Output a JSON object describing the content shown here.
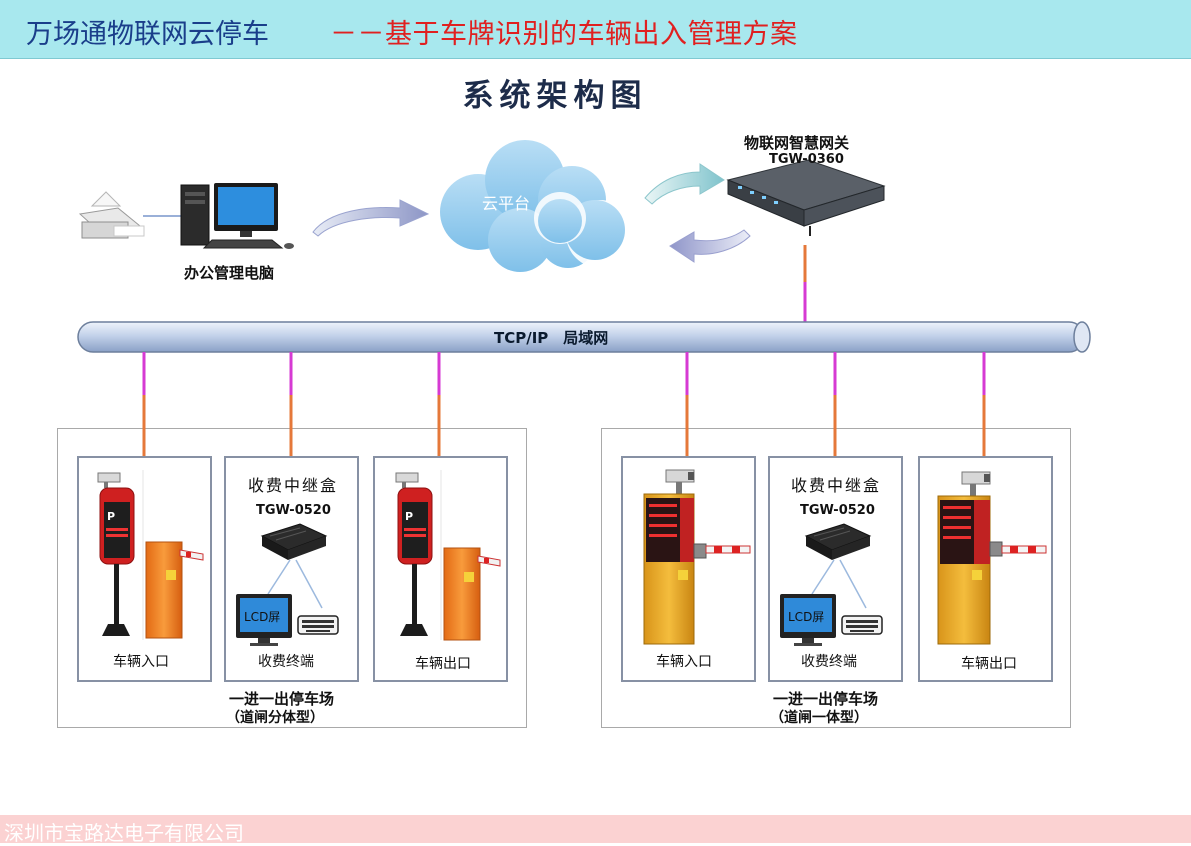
{
  "header": {
    "title": "万场通物联网云停车",
    "subtitle": "－－基于车牌识别的车辆出入管理方案"
  },
  "diagram": {
    "title": "系统架构图",
    "office": {
      "label": "办公管理电脑"
    },
    "cloud": {
      "label": "云平台"
    },
    "gateway": {
      "name": "物联网智慧网关",
      "model": "TGW-0360"
    },
    "network": {
      "label": "TCP/IP　局域网"
    },
    "lots": [
      {
        "name": "一进一出停车场",
        "type": "（道闸分体型）",
        "entrance_label": "车辆入口",
        "relay_title": "收费中继盒",
        "relay_model": "TGW-0520",
        "lcd_label": "LCD屏",
        "terminal_label": "收费终端",
        "exit_label": "车辆出口"
      },
      {
        "name": "一进一出停车场",
        "type": "（道闸一体型）",
        "entrance_label": "车辆入口",
        "relay_title": "收费中继盒",
        "relay_model": "TGW-0520",
        "lcd_label": "LCD屏",
        "terminal_label": "收费终端",
        "exit_label": "车辆出口"
      }
    ]
  },
  "footer": {
    "company": "深圳市宝路达电子有限公司"
  },
  "colors": {
    "header_bg": "#a8e8ee",
    "title_blue": "#1a3e8a",
    "subtitle_red": "#e02020",
    "link_orange": "#e5783a",
    "link_magenta": "#d63ad3",
    "footer_bg": "#fbd2d2"
  }
}
